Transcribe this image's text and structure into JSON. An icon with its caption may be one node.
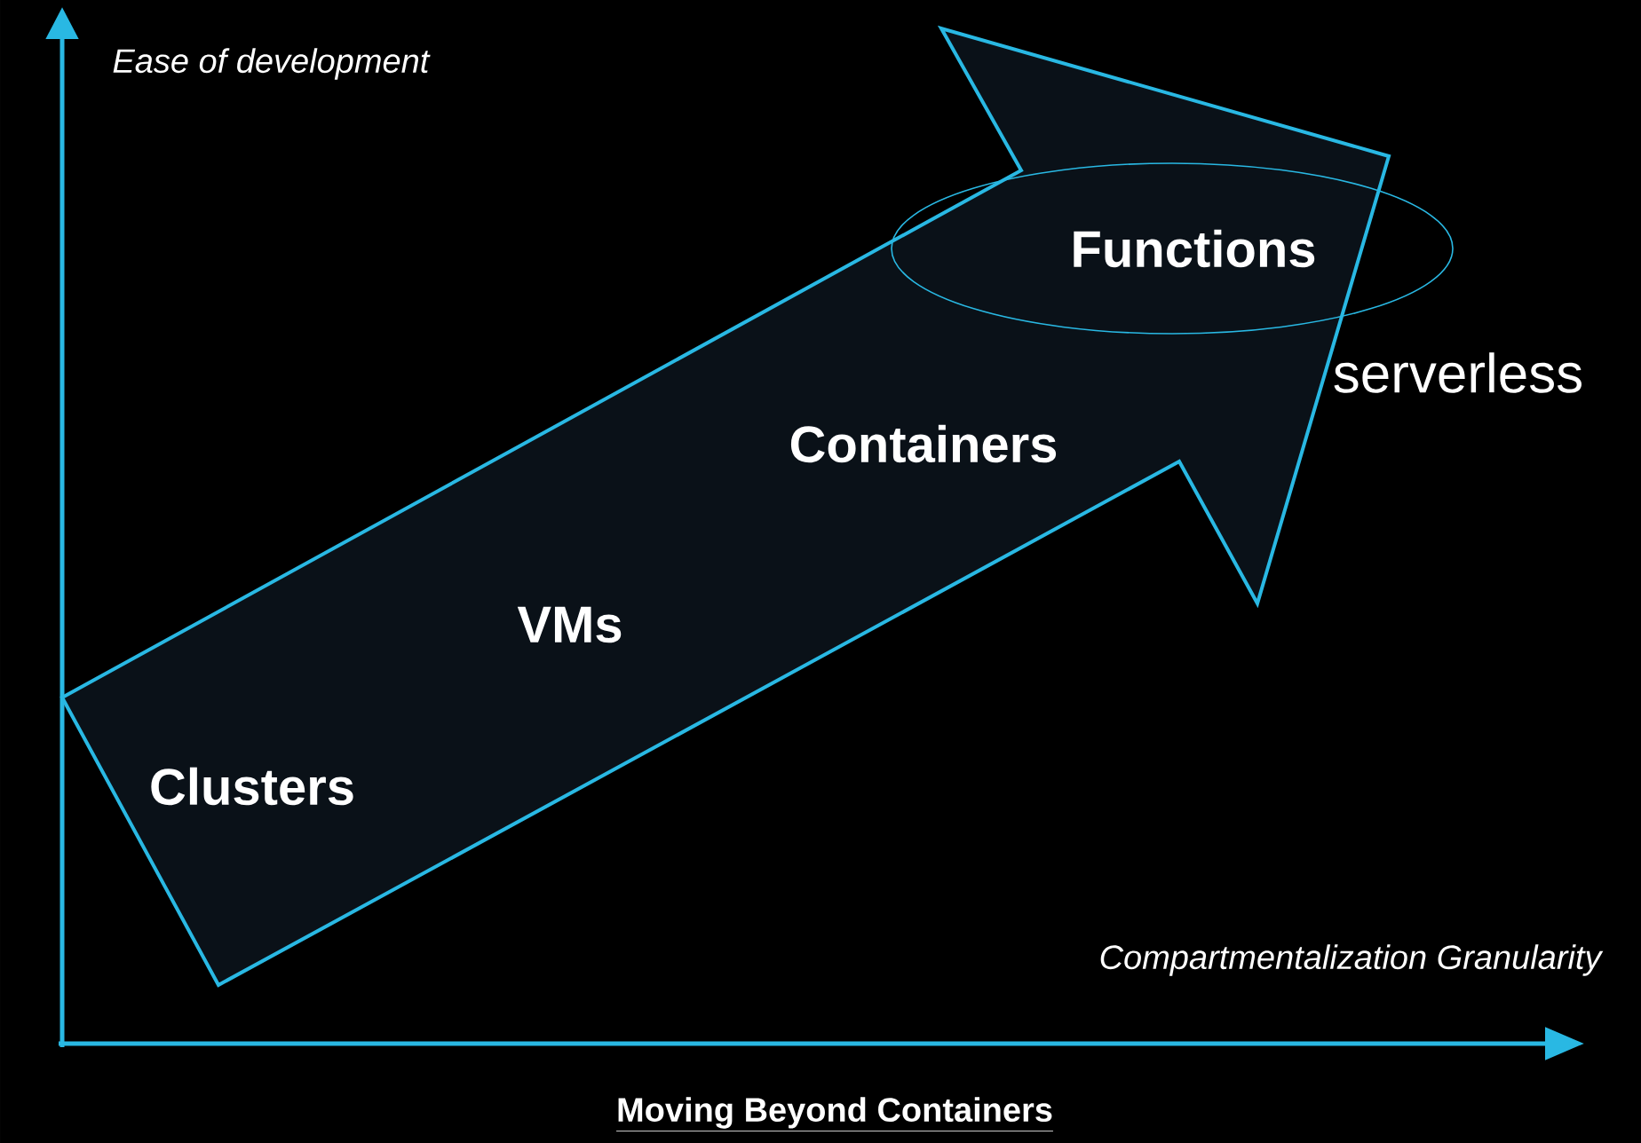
{
  "diagram": {
    "title": "Moving Beyond Containers",
    "nodes": [
      {
        "text": [
          "Clusters",
          "VMs",
          "Containers"
        ]
      },
      {
        "text": [
          "Functions"
        ],
        "beside": [
          "serverless"
        ]
      }
    ],
    "edges": [],
    "labels": [
      "Ease of development",
      "Compartmentalization Granularity"
    ]
  }
}
